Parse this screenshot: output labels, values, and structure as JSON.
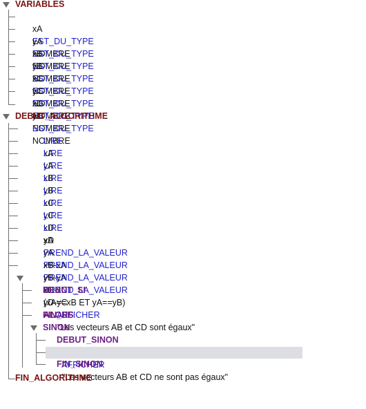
{
  "tree": {
    "variables": {
      "label": "VARIABLES",
      "items": [
        {
          "name": "xA",
          "keyword": "EST_DU_TYPE",
          "type": "NOMBRE"
        },
        {
          "name": "yA",
          "keyword": "EST_DU_TYPE",
          "type": "NOMBRE"
        },
        {
          "name": "xB",
          "keyword": "EST_DU_TYPE",
          "type": "NOMBRE"
        },
        {
          "name": "yB",
          "keyword": "EST_DU_TYPE",
          "type": "NOMBRE"
        },
        {
          "name": "xC",
          "keyword": "EST_DU_TYPE",
          "type": "NOMBRE"
        },
        {
          "name": "yC",
          "keyword": "EST_DU_TYPE",
          "type": "NOMBRE"
        },
        {
          "name": "xD",
          "keyword": "EST_DU_TYPE",
          "type": "NOMBRE"
        },
        {
          "name": "yD",
          "keyword": "EST_DU_TYPE",
          "type": "NOMBRE"
        }
      ]
    },
    "algo": {
      "label": "DEBUT_ALGORITHME",
      "reads": [
        {
          "keyword": "LIRE",
          "arg": "xA"
        },
        {
          "keyword": "LIRE",
          "arg": "yA"
        },
        {
          "keyword": "LIRE",
          "arg": "xB"
        },
        {
          "keyword": "LIRE",
          "arg": "yB"
        },
        {
          "keyword": "LIRE",
          "arg": "xC"
        },
        {
          "keyword": "LIRE",
          "arg": "yC"
        },
        {
          "keyword": "LIRE",
          "arg": "xD"
        },
        {
          "keyword": "LIRE",
          "arg": "yD"
        }
      ],
      "assigns": [
        {
          "target": "xA",
          "keyword": "PREND_LA_VALEUR",
          "expr": "xB-xA"
        },
        {
          "target": "yA",
          "keyword": "PREND_LA_VALEUR",
          "expr": "yB-yA"
        },
        {
          "target": "xB",
          "keyword": "PREND_LA_VALEUR",
          "expr": "xD-xC"
        },
        {
          "target": "yB",
          "keyword": "PREND_LA_VALEUR",
          "expr": "yD-yC"
        }
      ],
      "si": {
        "keyword": "SI",
        "condition": "(xA==xB ET yA==yB)",
        "then_keyword": "ALORS",
        "debut": "DEBUT_SI",
        "afficher_keyword": "AFFICHER",
        "afficher_text": "\"Les vecteurs AB et CD sont égaux\"",
        "fin": "FIN_SI",
        "sinon": {
          "label": "SINON",
          "debut": "DEBUT_SINON",
          "afficher_keyword": "AFFICHER",
          "afficher_text": "\"Les vecteurs AB et CD ne sont pas égaux\"",
          "fin": "FIN_SINON"
        }
      }
    },
    "end": {
      "label": "FIN_ALGORITHME"
    }
  },
  "colors": {
    "root": "#7a1212",
    "keyword_blue": "#1f1fd0",
    "keyword_purple": "#6e1f86",
    "selection": "#dcdee3",
    "lines": "#6f6f6f"
  }
}
